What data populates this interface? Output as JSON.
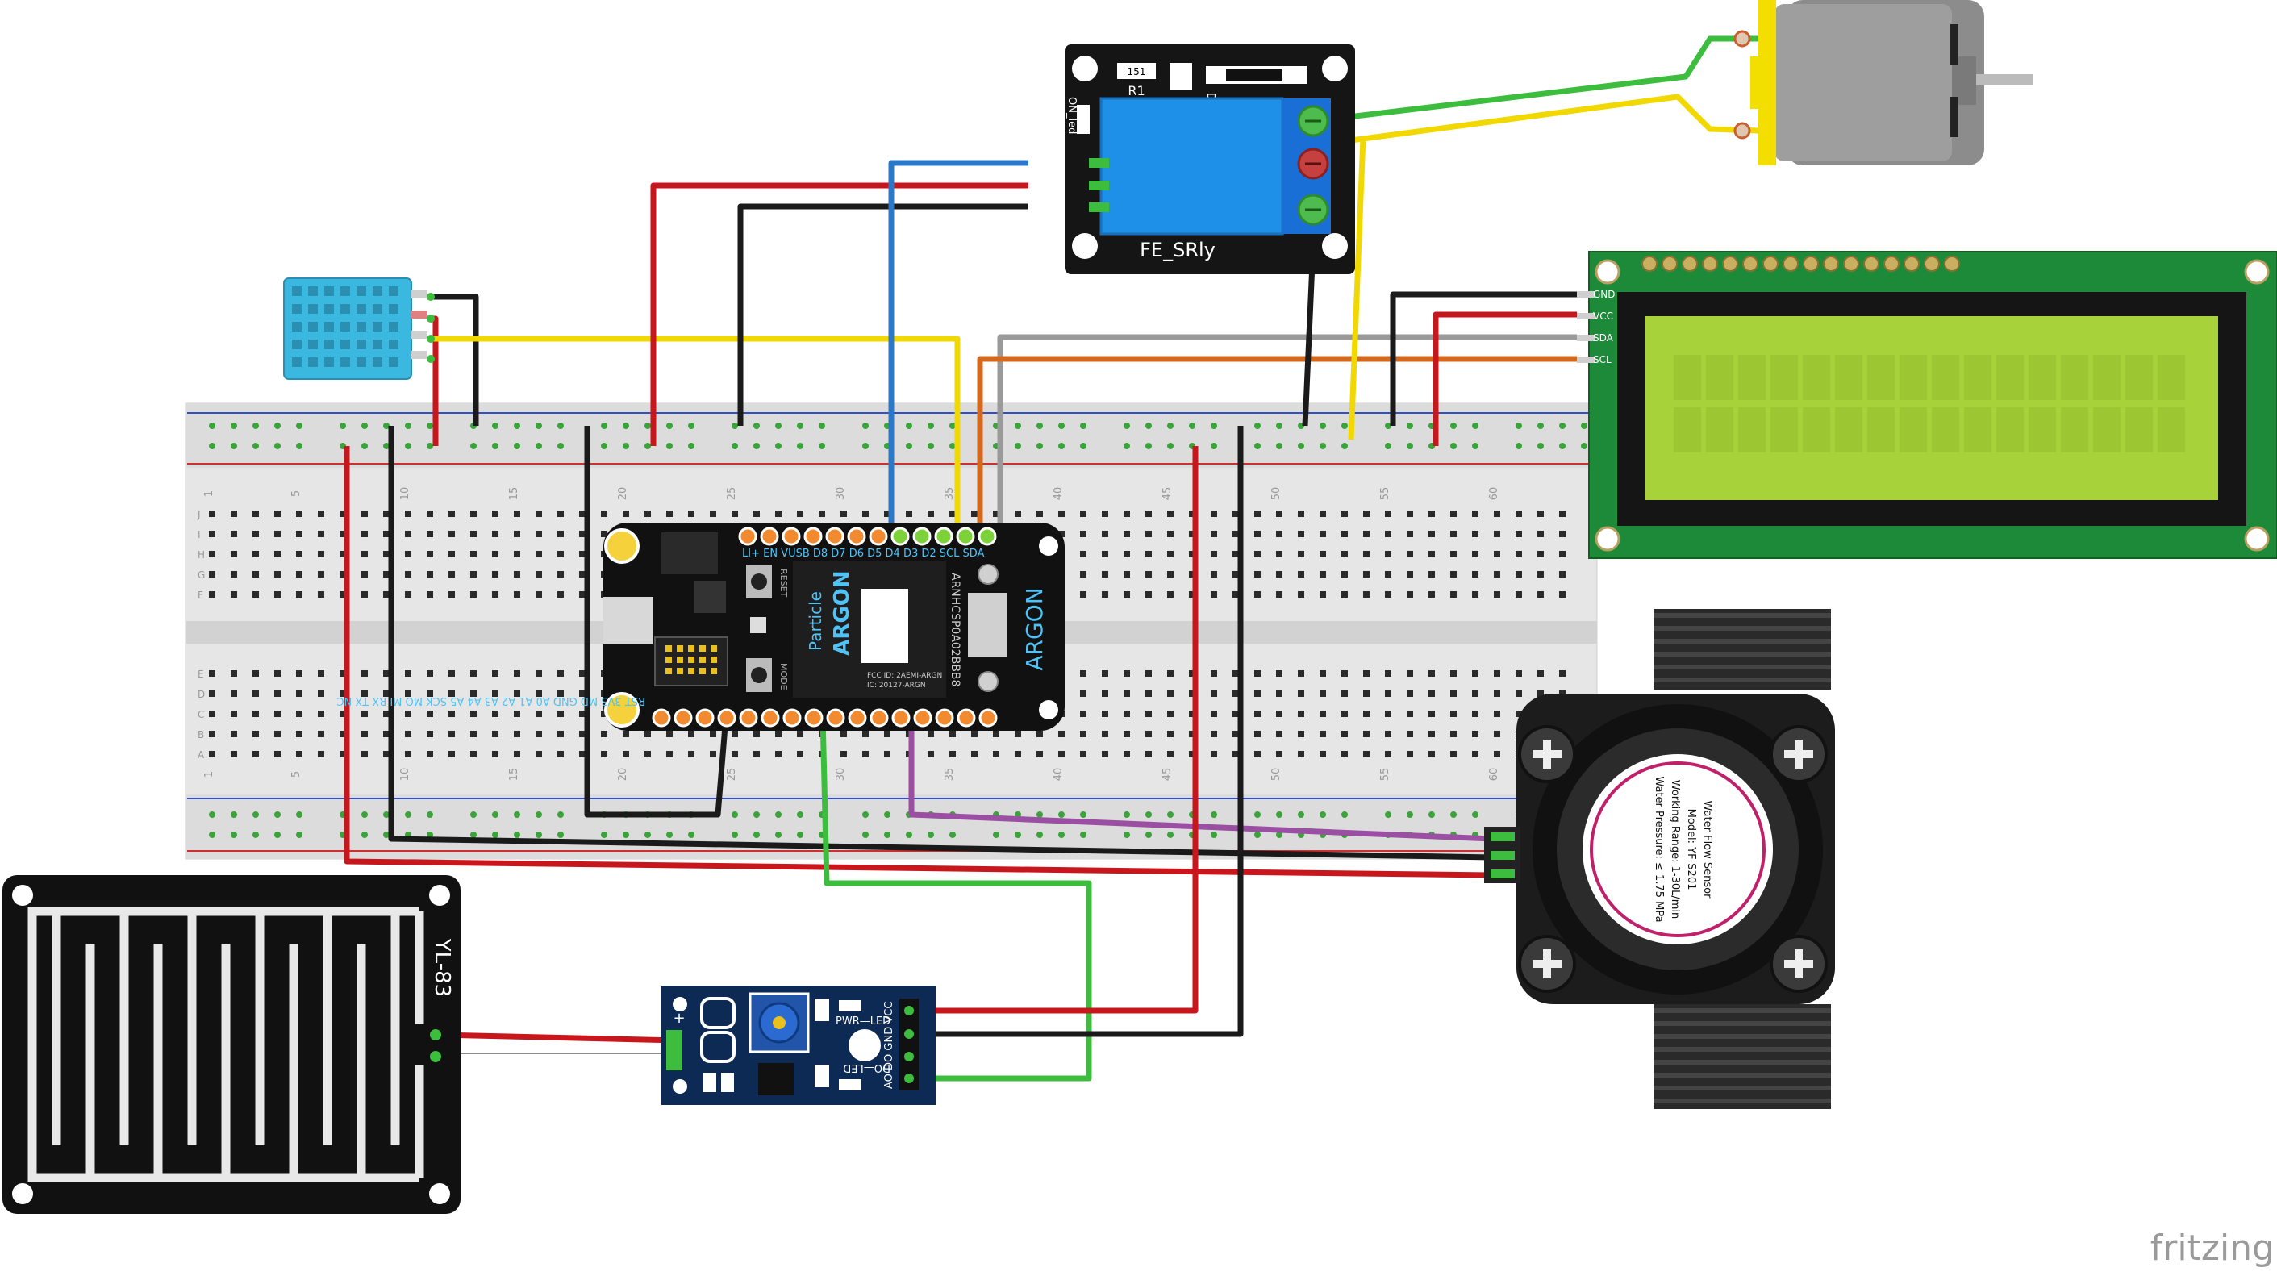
{
  "brand": {
    "watermark": "fritzing"
  },
  "breadboard": {
    "row_letters_top": [
      "J",
      "I",
      "H",
      "G",
      "F"
    ],
    "row_letters_bottom": [
      "E",
      "D",
      "C",
      "B",
      "A"
    ],
    "column_numbers": [
      "1",
      "5",
      "10",
      "15",
      "20",
      "25",
      "30",
      "35",
      "40",
      "45",
      "50",
      "55",
      "60"
    ]
  },
  "argon": {
    "brand_text": "Particle",
    "name": "ARGON",
    "side_name": "ARGON",
    "serial": "ARNHCSP0A02BBB8",
    "fcc_line1": "FCC ID: 2AEMI-ARGN",
    "fcc_line2": "IC: 20127-ARGN",
    "reset_label": "RESET",
    "mode_label": "MODE",
    "top_pins": "LI+ EN VUSB D8 D7 D6 D5 D4 D3 D2 SCL SDA",
    "bottom_pins": "RST 3V3 MD GND A0 A1 A2 A3 A4 A5 SCK MO MI RX TX NC"
  },
  "relay": {
    "label": "FE_SRly",
    "r1": "R1",
    "resistor_code": "151",
    "led_label": "ON_led",
    "d1": "D1"
  },
  "lcd": {
    "pins": [
      "GND",
      "VCC",
      "SDA",
      "SCL"
    ]
  },
  "rain_sensor": {
    "label": "YL-83",
    "plus": "+",
    "minus": "-"
  },
  "comparator": {
    "pwr_led": "PWR—LED",
    "do_led": "DO—LED",
    "pins": "AO DO GND VCC"
  },
  "flow_sensor": {
    "line1": "Water Flow Sensor",
    "line2": "Model: YF-S201",
    "line3": "Working Range: 1-30L/min",
    "line4": "Water Pressure: ≤ 1.75 MPa"
  },
  "colors": {
    "wire_red": "#c8161d",
    "wire_black": "#1a1a1a",
    "wire_blue": "#2b78c8",
    "wire_yellow": "#f0d800",
    "wire_green": "#3dbd3d",
    "wire_gray": "#9a9a9a",
    "wire_orange": "#d2691e",
    "wire_purple": "#9b4fa3",
    "relay_blue": "#1e90e8",
    "lcd_board": "#1d8a3a",
    "lcd_screen": "#a8d23a",
    "dht_blue": "#3bb8e0",
    "motor_yellow": "#f2df00"
  }
}
